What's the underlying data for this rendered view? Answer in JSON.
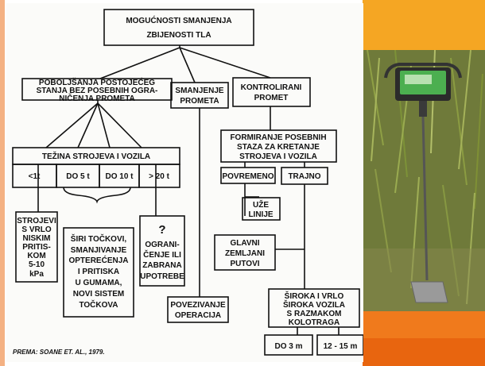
{
  "diagram": {
    "root": [
      "MOGUĆNOSTI SMANJENJA",
      "ZBIJENOSTI TLA"
    ],
    "improve": [
      "POBOLJŠANJA POSTOJEĆEG",
      "STANJA BEZ POSEBNIH OGRA-",
      "NIČENJA PROMETA"
    ],
    "reduce": [
      "SMANJENJE",
      "PROMETA"
    ],
    "controlled": [
      "KONTROLIRANI",
      "PROMET"
    ],
    "weight": "TEŽINA STROJEVA I VOZILA",
    "w1": "<1t",
    "w2": "DO 5 t",
    "w3": "DO 10 t",
    "w4": "> 20 t",
    "machines": [
      "STROJEVI",
      "S VRLO",
      "NISKIM",
      "PRITIS-",
      "KOM",
      "5-10",
      "kPa"
    ],
    "wider": [
      "ŠIRI TOČKOVI,",
      "SMANJIVANJE",
      "OPTEREĆENJA",
      "I PRITISKA",
      "U GUMAMA,",
      "NOVI SISTEM",
      "TOČKOVA"
    ],
    "limit": [
      "?",
      "OGRANI-",
      "ČENJE ILI",
      "ZABRANA",
      "UPOTREBE"
    ],
    "linking": [
      "POVEZIVANJE",
      "OPERACIJA"
    ],
    "forming": [
      "FORMIRANJE POSEBNIH",
      "STAZA ZA KRETANJE",
      "STROJEVA I VOZILA"
    ],
    "temporary": "POVREMENO",
    "permanent": "TRAJNO",
    "narrow": [
      "UŽE",
      "LINIJE"
    ],
    "main_roads": [
      "GLAVNI",
      "ZEMLJANI",
      "PUTOVI"
    ],
    "wide_vehicles": [
      "ŠIROKA I VRLO",
      "ŠIROKA VOZILA",
      "S RAZMAKOM",
      "KOLOTRAGA"
    ],
    "up_to_3": "DO 3 m",
    "range_12_15": "12 - 15 m",
    "source": "PREMA: SOANE ET. AL., 1979."
  },
  "colors": {
    "top_band": "#f5a623",
    "bottom_band": "#f07a1c",
    "left_bar": "#f4b183",
    "diagram_bg": "#fbfbf9",
    "device_screen": "#4caf50"
  },
  "photo": {
    "subject": "soil-penetrometer-in-field-icon"
  }
}
